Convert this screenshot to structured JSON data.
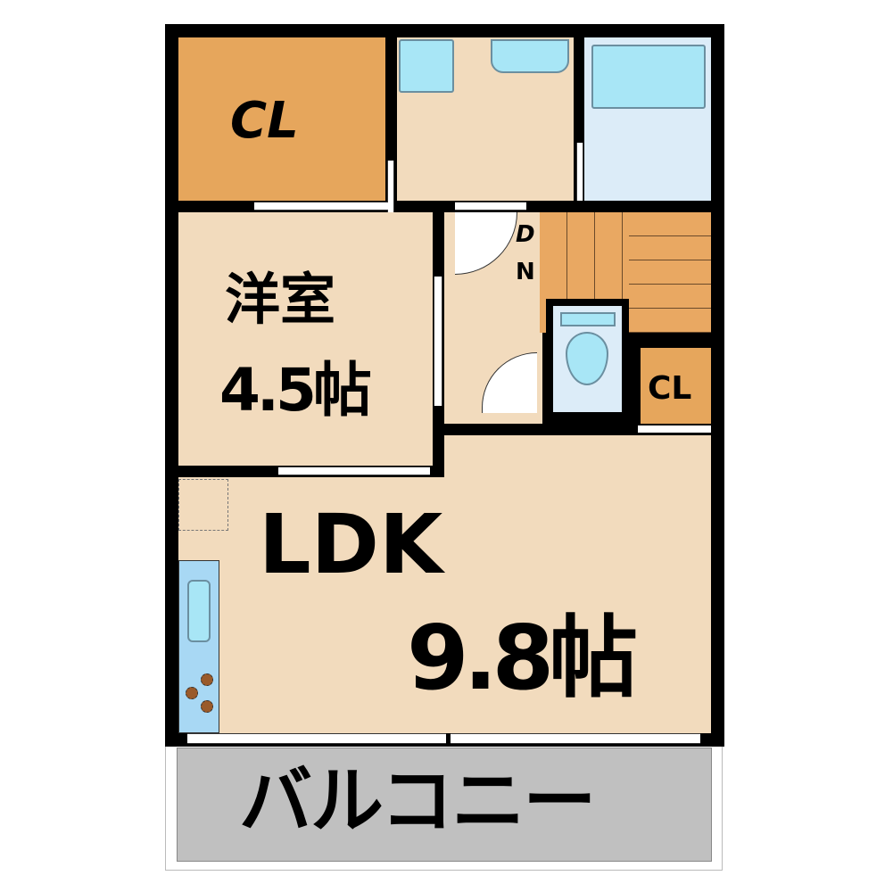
{
  "rooms": {
    "closet_main": {
      "label": "CL"
    },
    "western_room": {
      "label": "洋室",
      "size": "4.5帖"
    },
    "stairs": {
      "direction_d": "D",
      "direction_n": "N"
    },
    "closet_small": {
      "label": "CL"
    },
    "ldk": {
      "label": "LDK",
      "size": "9.8帖"
    },
    "balcony": {
      "label": "バルコニー"
    }
  },
  "colors": {
    "floor": "#f2dbbd",
    "closet": "#e6a65c",
    "fixtures": "#a8e6f6",
    "balcony": "#c0c0c0",
    "wall": "#000000"
  }
}
